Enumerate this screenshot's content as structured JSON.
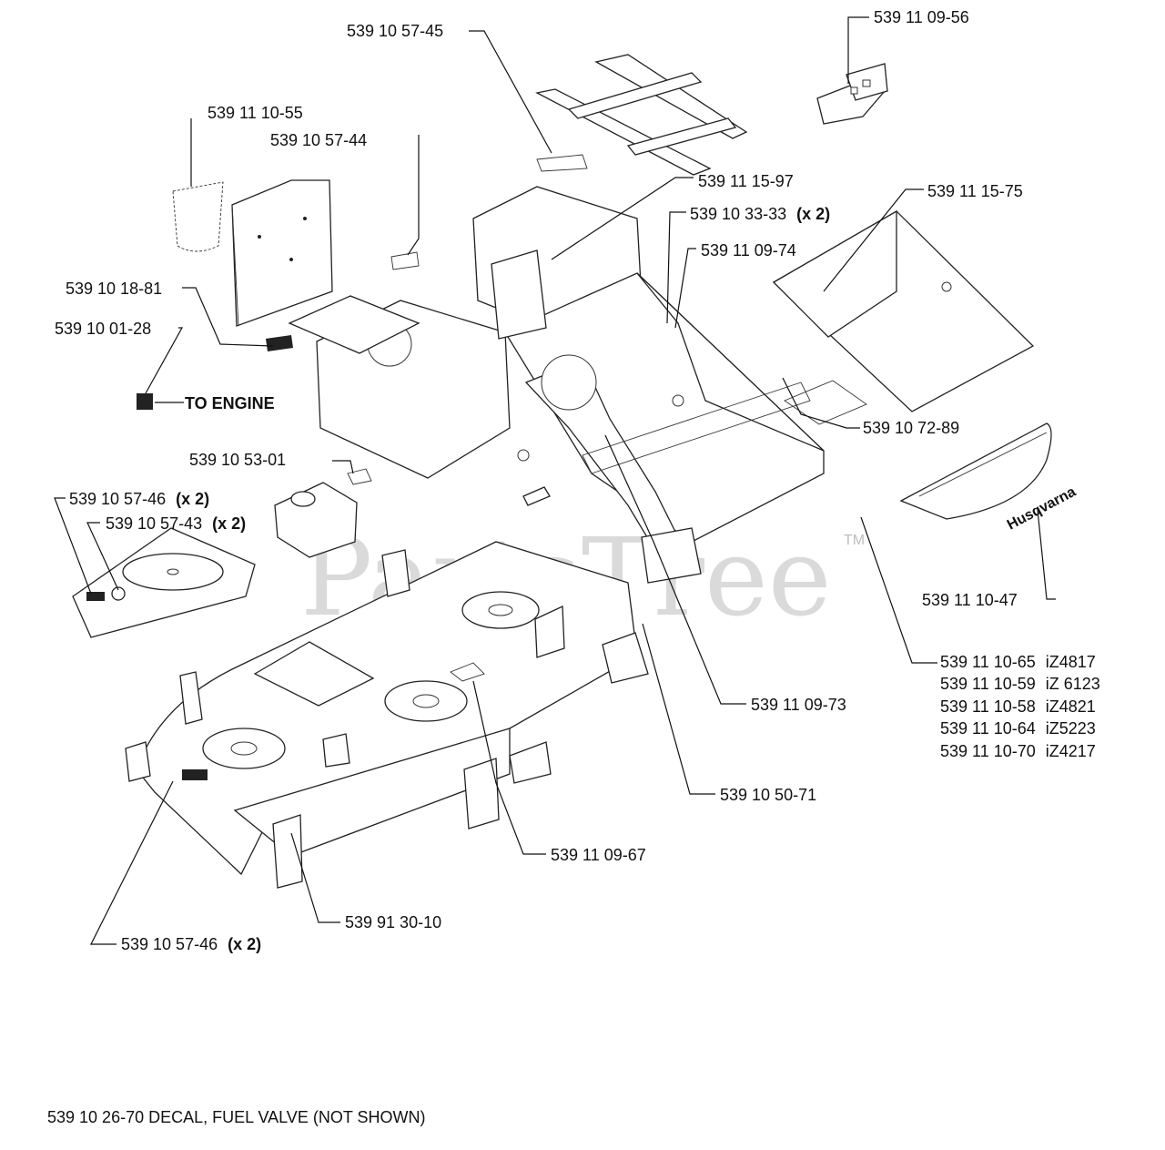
{
  "watermark": {
    "text": "PartsTree",
    "tm": "TM"
  },
  "labels": {
    "p1": {
      "num": "539 10 57-45",
      "suffix": ""
    },
    "p2": {
      "num": "539 11 09-56",
      "suffix": ""
    },
    "p3": {
      "num": "539 11 10-55",
      "suffix": ""
    },
    "p4": {
      "num": "539 10 57-44",
      "suffix": ""
    },
    "p5": {
      "num": "539 11 15-97",
      "suffix": ""
    },
    "p6": {
      "num": "539 11 15-75",
      "suffix": ""
    },
    "p7": {
      "num": "539 10 33-33",
      "suffix": "(x 2)"
    },
    "p8": {
      "num": "539 11 09-74",
      "suffix": ""
    },
    "p9": {
      "num": "539 10 18-81",
      "suffix": ""
    },
    "p10": {
      "num": "539 10 01-28",
      "suffix": ""
    },
    "p11": {
      "num": "TO ENGINE",
      "suffix": ""
    },
    "p12": {
      "num": "539 10 72-89",
      "suffix": ""
    },
    "p13": {
      "num": "539 10 53-01",
      "suffix": ""
    },
    "p14": {
      "num": "539 10 57-46",
      "suffix": "(x 2)"
    },
    "p15": {
      "num": "539 10 57-43",
      "suffix": "(x 2)"
    },
    "p16": {
      "num": "539 11 10-47",
      "suffix": ""
    },
    "p17a": {
      "num": "539 11 10-65",
      "suffix": "iZ4817"
    },
    "p17b": {
      "num": "539 11 10-59",
      "suffix": "iZ 6123"
    },
    "p17c": {
      "num": "539 11 10-58",
      "suffix": "iZ4821"
    },
    "p17d": {
      "num": "539 11 10-64",
      "suffix": "iZ5223"
    },
    "p17e": {
      "num": "539 11 10-70",
      "suffix": "iZ4217"
    },
    "p18": {
      "num": "539 11 09-73",
      "suffix": ""
    },
    "p19": {
      "num": "539 10 50-71",
      "suffix": ""
    },
    "p20": {
      "num": "539 11 09-67",
      "suffix": ""
    },
    "p21": {
      "num": "539 91 30-10",
      "suffix": ""
    },
    "p22": {
      "num": "539 10 57-46",
      "suffix": "(x 2)"
    }
  },
  "footnote": "539 10 26-70 DECAL, FUEL VALVE (NOT SHOWN)",
  "decal_brand": "Husqvarna"
}
